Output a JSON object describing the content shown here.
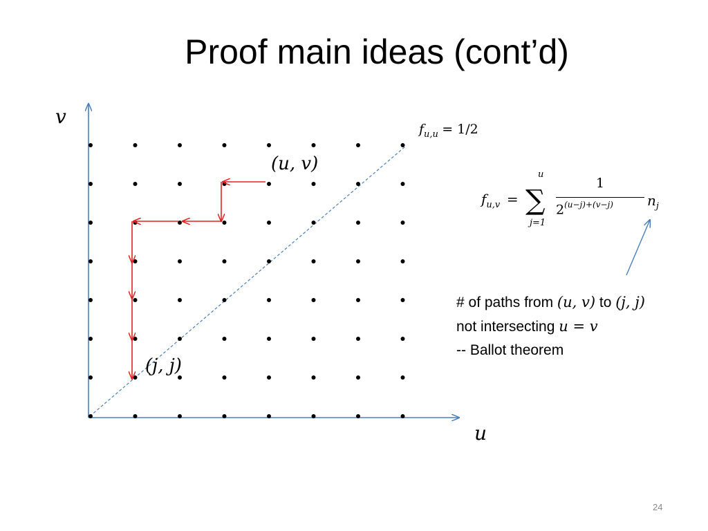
{
  "slide": {
    "title": "Proof main ideas (cont’d)",
    "page_number": "24"
  },
  "diagram": {
    "axis_x_label": "u",
    "axis_y_label": "v",
    "point_uv_label": "(u, v)",
    "point_jj_label": "(j, j)",
    "colors": {
      "axis": "#4a7ebb",
      "diagonal": "#4a7ebb",
      "path": "#e02020",
      "dot": "#000000"
    },
    "grid": {
      "columns": 8,
      "rows": 8
    }
  },
  "formulas": {
    "fuu": {
      "lhs": "f",
      "lhs_sub": "u,u",
      "rhs": "= 1/2"
    },
    "fuv": {
      "lhs": "f",
      "lhs_sub": "u,v",
      "equals": "=",
      "sum_upper": "u",
      "sum_lower": "j=1",
      "numerator": "1",
      "denominator_base": "2",
      "denominator_exp": "(u−j)+(v−j)",
      "term": "n",
      "term_sub": "j"
    }
  },
  "note": {
    "line1_prefix": "# of paths from ",
    "line1_from": "(u, v)",
    "line1_mid": " to ",
    "line1_to": "(j, j)",
    "line2_prefix": "not intersecting ",
    "line2_math": "u = v",
    "line3": "-- Ballot theorem"
  }
}
